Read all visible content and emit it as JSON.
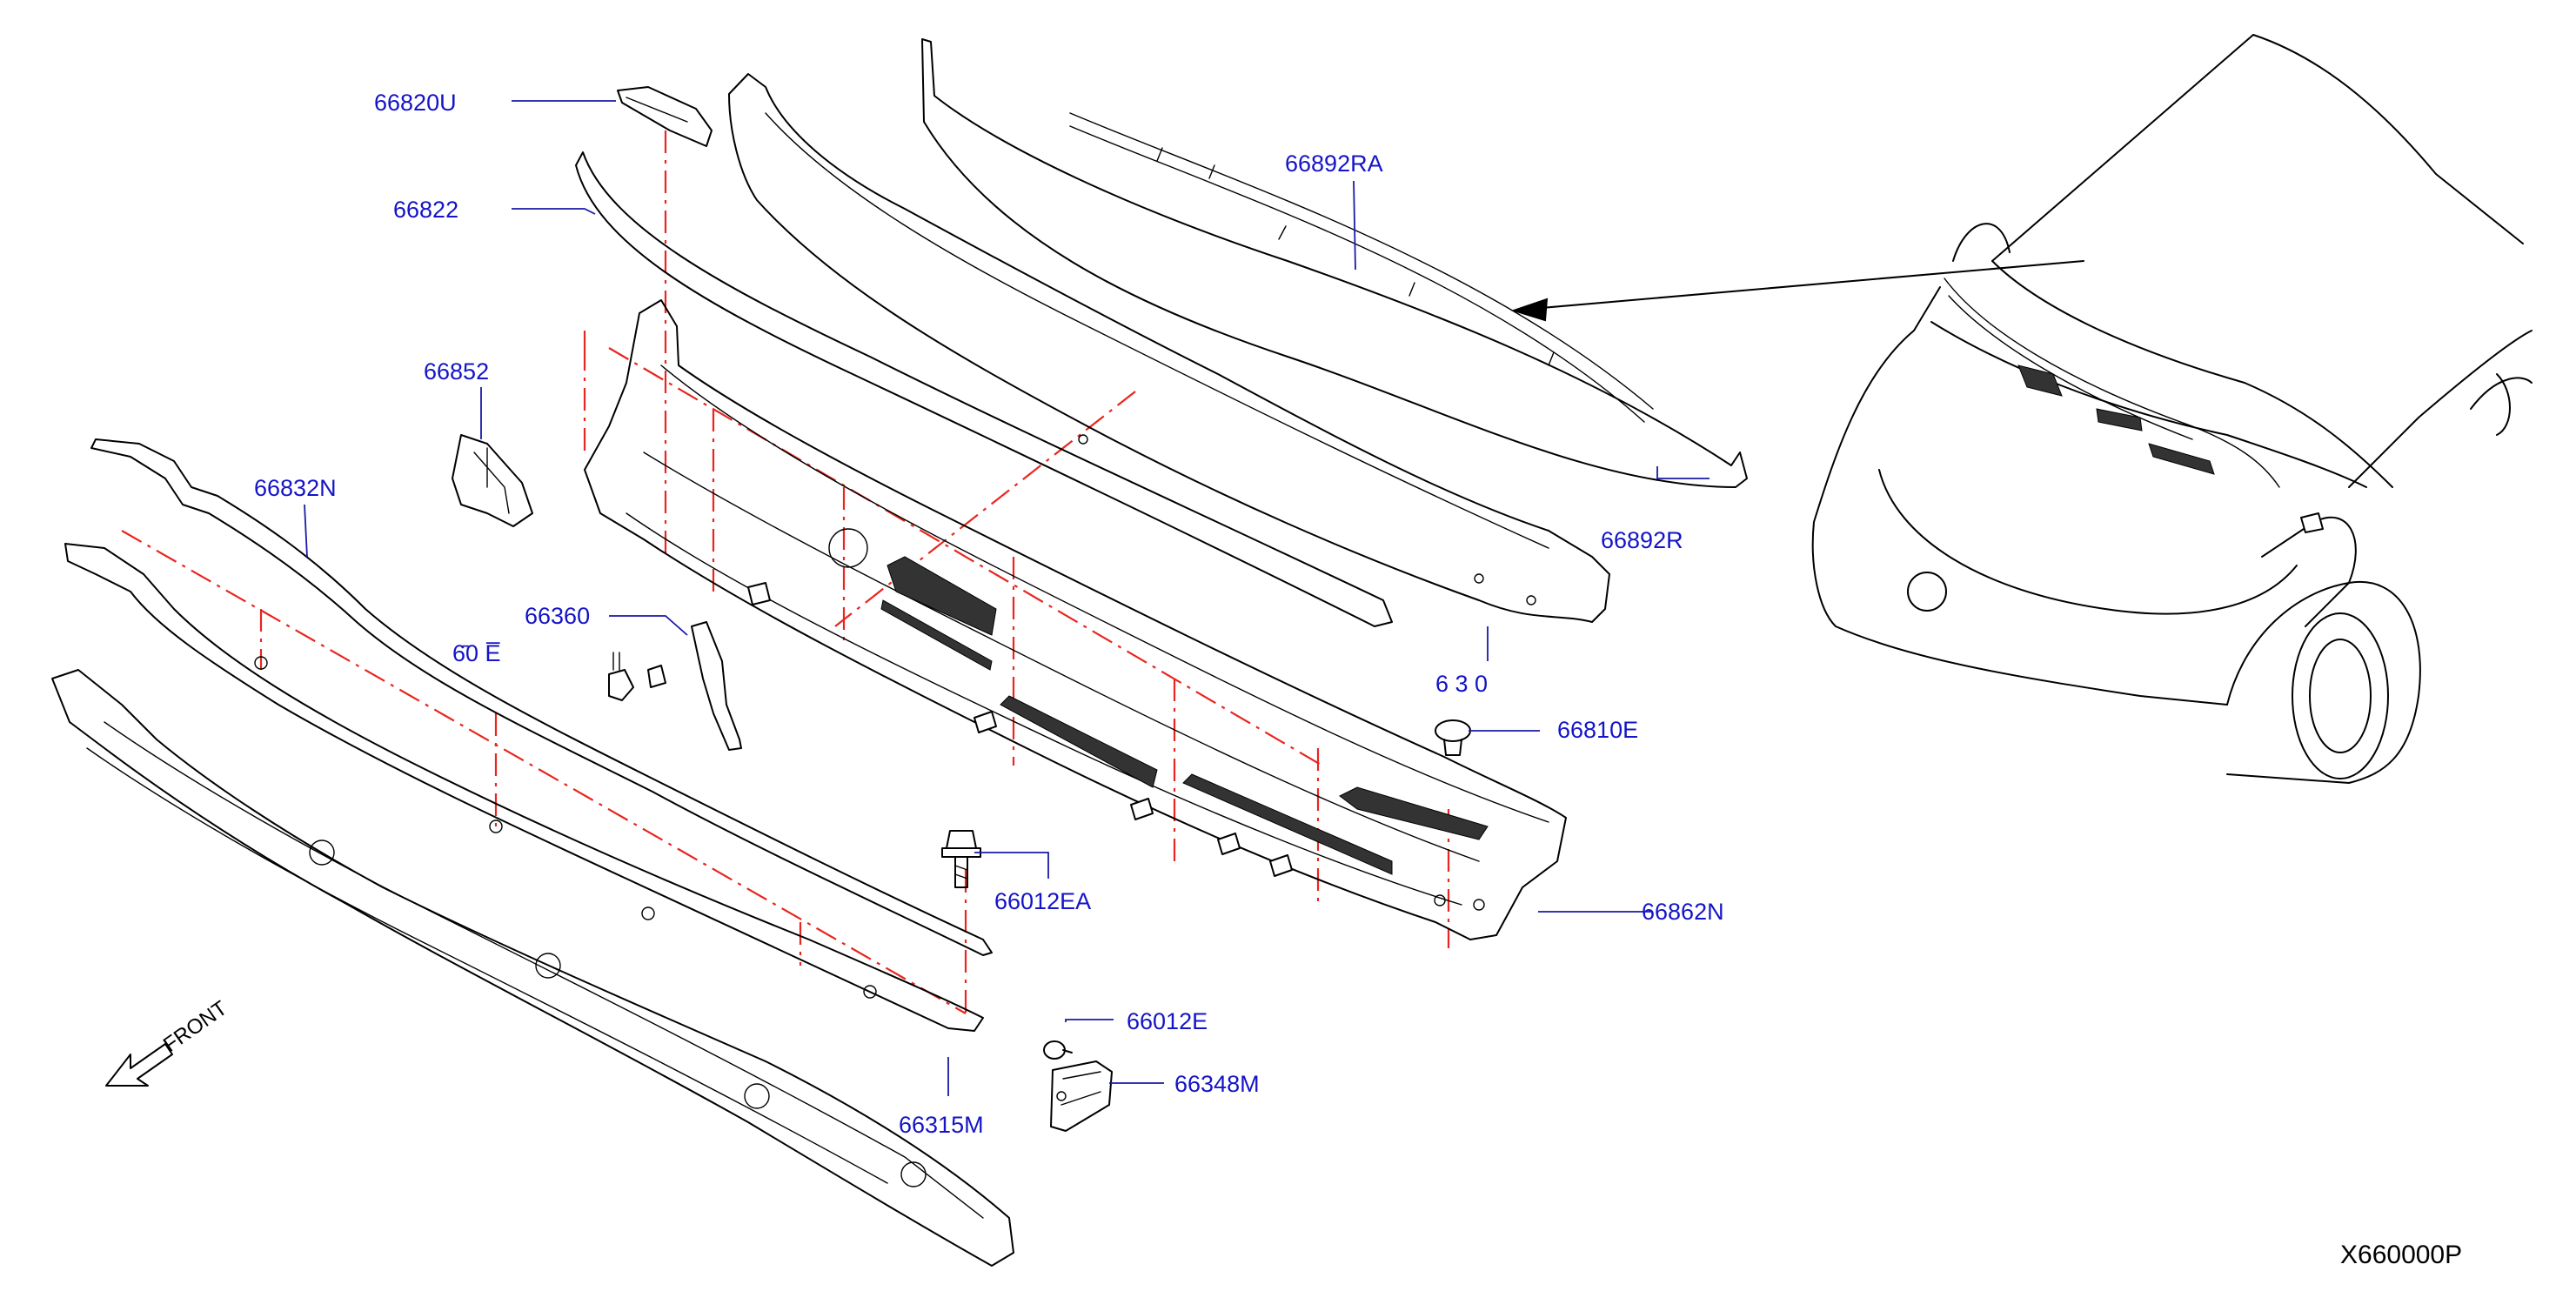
{
  "diagram": {
    "labels": {
      "p66820U": "66820U",
      "p66822": "66822",
      "p66852": "66852",
      "p66832N": "66832N",
      "p66360": "66360",
      "p66892RA": "66892RA",
      "p66892R": "66892R",
      "p66810E": "66810E",
      "p66862N": "66862N",
      "p66012EA": "66012EA",
      "p66012E": "66012E",
      "p66348M": "66348M",
      "p66315M": "66315M",
      "partial_left": "6̄0  E̅",
      "partial_mid": "6 3 0"
    },
    "front_label": "FRONT",
    "reference_code": "X660000P",
    "colors": {
      "label": "#1414c8",
      "guide": "#e8261f",
      "linework": "#000000"
    }
  }
}
